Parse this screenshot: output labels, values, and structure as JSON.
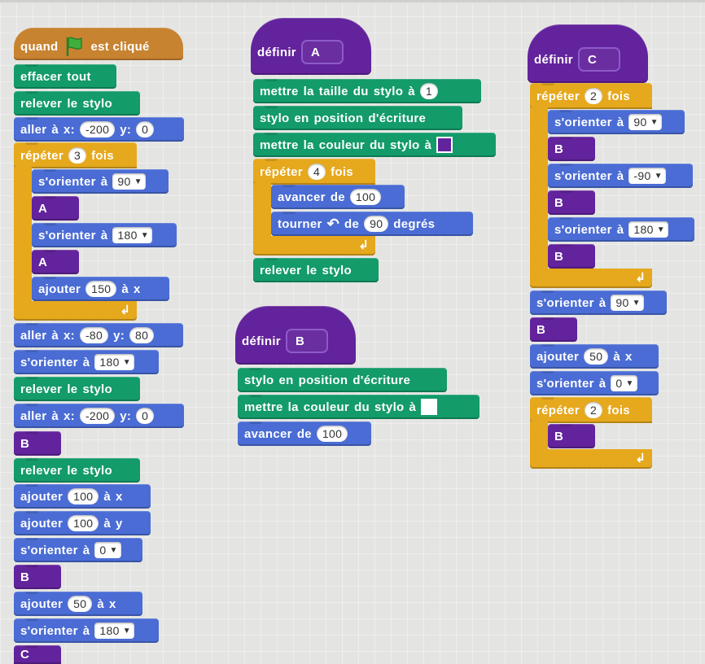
{
  "colors": {
    "motion": "#4a6cd4",
    "pen": "#139b6a",
    "custom": "#63239c",
    "control": "#e6a81c",
    "events": "#c88330",
    "flag": "#3fae3a",
    "swatch_purple": "#63239c",
    "swatch_white": "#ffffff"
  },
  "icons": {
    "flag": "green-flag-icon",
    "loop": "loop-arrow-icon",
    "rotate_left": "rotate-left-icon",
    "dropdown": "dropdown-caret-icon"
  },
  "t": {
    "quand": "quand",
    "est_clique": "est cliqué",
    "effacer": "effacer",
    "tout": "tout",
    "relever": "relever",
    "le": "le",
    "stylo": "stylo",
    "aller": "aller",
    "a": "à",
    "x_colon": "x:",
    "y_colon": "y:",
    "x": "x",
    "y": "y",
    "repeter": "répéter",
    "fois": "fois",
    "sorienter": "s'orienter",
    "ajouter": "ajouter",
    "definir": "définir",
    "mettre": "mettre",
    "la": "la",
    "taille": "taille",
    "du": "du",
    "couleur": "couleur",
    "en": "en",
    "position": "position",
    "decriture": "d'écriture",
    "avancer": "avancer",
    "de": "de",
    "tourner": "tourner",
    "degres": "degrés",
    "A": "A",
    "B": "B",
    "C": "C"
  },
  "v": {
    "neg200": "-200",
    "zero": "0",
    "three": "3",
    "ninety": "90",
    "oneeighty": "180",
    "onefifty": "150",
    "neg80": "-80",
    "eighty": "80",
    "hundred": "100",
    "fifty": "50",
    "one": "1",
    "four": "4",
    "two": "2",
    "neg90": "-90"
  }
}
